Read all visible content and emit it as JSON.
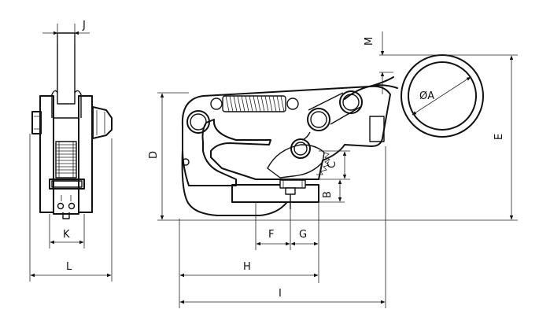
{
  "labels": {
    "J": "J",
    "M": "M",
    "A": "ØA",
    "D": "D",
    "E": "E",
    "C": "C",
    "B": "B",
    "K": "K",
    "L": "L",
    "F": "F",
    "G": "G",
    "H": "H",
    "I": "I"
  }
}
